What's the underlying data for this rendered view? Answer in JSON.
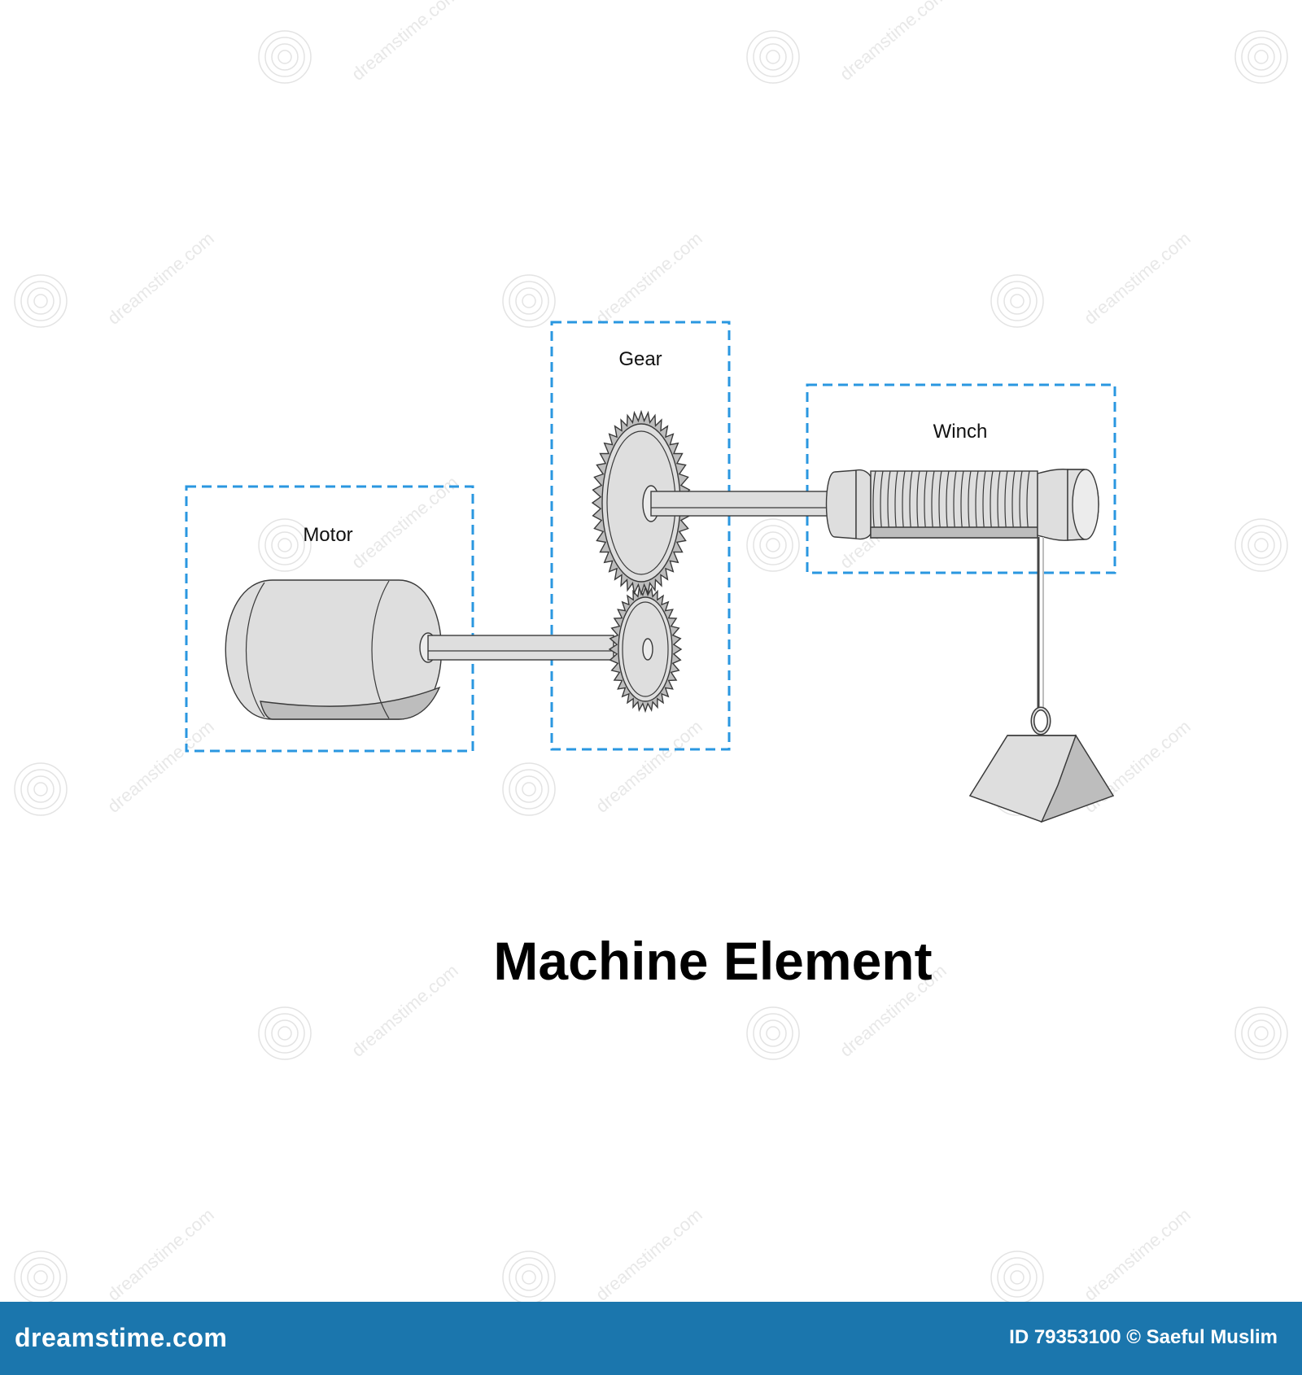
{
  "labels": {
    "motor": "Motor",
    "gear": "Gear",
    "winch": "Winch"
  },
  "title": "Machine Element",
  "watermark": {
    "text": "dreamstime.com"
  },
  "footer": {
    "brand": "dreamstime.com",
    "credit": "ID 79353100 © Saeful Muslim"
  },
  "colors": {
    "dashed_box": "#2a97e0",
    "footer_background": "#1b76ad",
    "metal": "#dedede"
  }
}
